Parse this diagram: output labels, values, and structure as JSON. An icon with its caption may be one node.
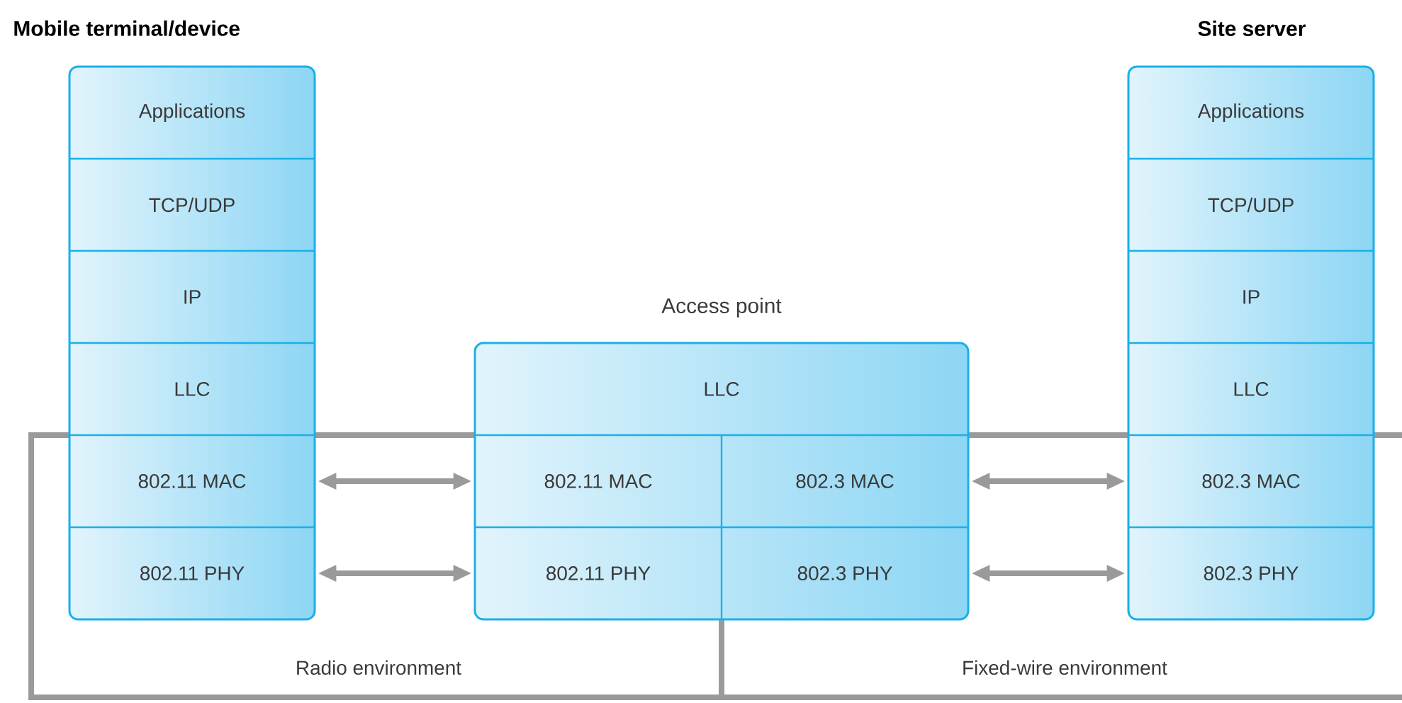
{
  "diagram": {
    "nodes": [
      {
        "text": [
          "Mobile terminal/device"
        ]
      },
      {
        "text": [
          "Applications"
        ],
        "in": 0
      },
      {
        "text": [
          "TCP/UDP"
        ],
        "in": 0
      },
      {
        "text": [
          "IP"
        ],
        "in": 0
      },
      {
        "text": [
          "LLC"
        ],
        "in": 0
      },
      {
        "text": [
          "802.11 MAC"
        ],
        "in": 0
      },
      {
        "text": [
          "802.11 PHY"
        ],
        "in": 0
      },
      {
        "text": [
          "Access point"
        ]
      },
      {
        "text": [
          "LLC"
        ],
        "in": 7
      },
      {
        "text": [
          "802.11 MAC"
        ],
        "in": 7
      },
      {
        "text": [
          "802.3 MAC"
        ],
        "in": 7
      },
      {
        "text": [
          "802.11 PHY"
        ],
        "in": 7
      },
      {
        "text": [
          "802.3 PHY"
        ],
        "in": 7
      },
      {
        "text": [
          "Site server"
        ]
      },
      {
        "text": [
          "Applications"
        ],
        "in": 13
      },
      {
        "text": [
          "TCP/UDP"
        ],
        "in": 13
      },
      {
        "text": [
          "IP"
        ],
        "in": 13
      },
      {
        "text": [
          "LLC"
        ],
        "in": 13
      },
      {
        "text": [
          "802.3 MAC"
        ],
        "in": 13
      },
      {
        "text": [
          "802.3 PHY"
        ],
        "in": 13
      }
    ],
    "labels": [
      "Radio environment",
      "Fixed-wire environment"
    ],
    "edges": [
      {
        "from": 5,
        "to": 9,
        "arrow": "both"
      },
      {
        "from": 6,
        "to": 11,
        "arrow": "both"
      },
      {
        "from": 10,
        "to": 18,
        "arrow": "both"
      },
      {
        "from": 12,
        "to": 19,
        "arrow": "both"
      }
    ]
  }
}
